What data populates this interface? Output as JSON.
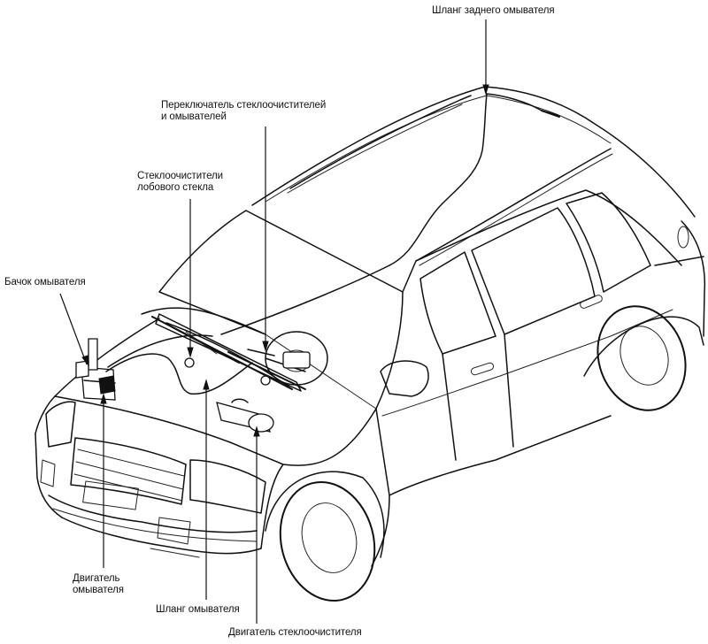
{
  "labels": {
    "rear_washer_hose": "Шланг заднего омывателя",
    "wiper_washer_switch": [
      "Переключатель стеклоочистителей",
      "и омывателей"
    ],
    "windshield_wipers": [
      "Стеклоочистители",
      "лобового стекла"
    ],
    "washer_reservoir": "Бачок омывателя",
    "washer_motor": [
      "Двигатель",
      "омывателя"
    ],
    "washer_hose": "Шланг омывателя",
    "wiper_motor": "Двигатель стеклоочистителя"
  }
}
